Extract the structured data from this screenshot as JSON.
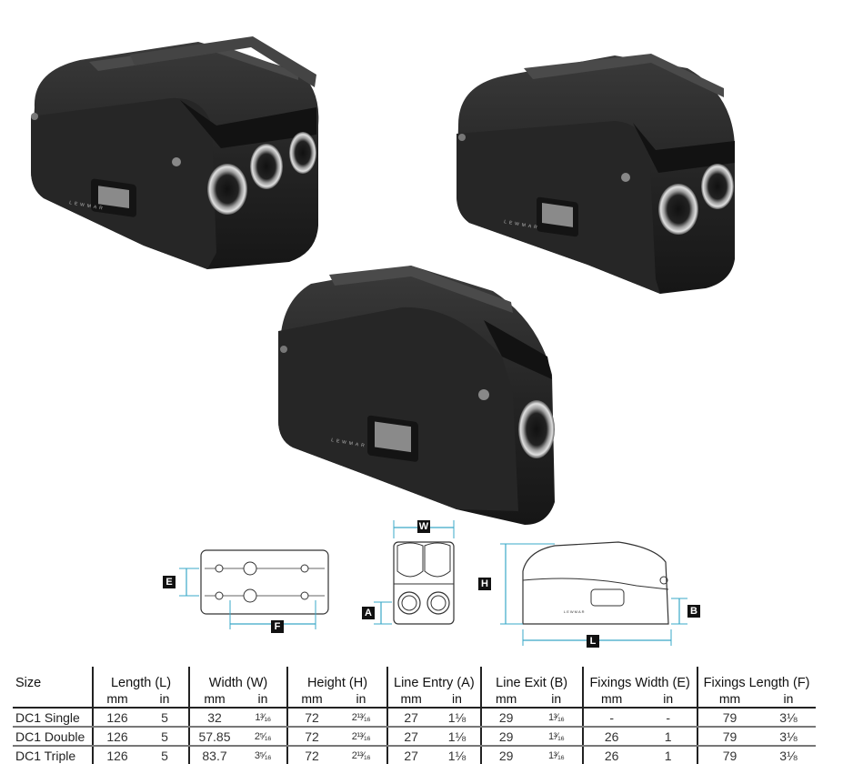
{
  "products": [
    {
      "name": "DC1 Triple",
      "brand": "LEWMAR",
      "sheaves": 3
    },
    {
      "name": "DC1 Double",
      "brand": "LEWMAR",
      "sheaves": 2
    },
    {
      "name": "DC1 Single",
      "brand": "LEWMAR",
      "sheaves": 1
    }
  ],
  "diagrams": {
    "top_view": {
      "labels": [
        "E",
        "F"
      ]
    },
    "front_view": {
      "labels": [
        "W",
        "A"
      ]
    },
    "side_view": {
      "labels": [
        "H",
        "B",
        "L"
      ],
      "brand": "LEWMAR"
    },
    "dimension_color": "#3aa8c8",
    "label_bg": "#111111"
  },
  "table": {
    "size_header": "Size",
    "groups": [
      {
        "label": "Length (L)",
        "units": [
          "mm",
          "in"
        ]
      },
      {
        "label": "Width (W)",
        "units": [
          "mm",
          "in"
        ]
      },
      {
        "label": "Height (H)",
        "units": [
          "mm",
          "in"
        ]
      },
      {
        "label": "Line Entry (A)",
        "units": [
          "mm",
          "in"
        ]
      },
      {
        "label": "Line Exit (B)",
        "units": [
          "mm",
          "in"
        ]
      },
      {
        "label": "Fixings Width (E)",
        "units": [
          "mm",
          "in"
        ]
      },
      {
        "label": "Fixings Length (F)",
        "units": [
          "mm",
          "in"
        ]
      }
    ],
    "rows": [
      {
        "size": "DC1 Single",
        "cells": [
          "126",
          "5",
          "32",
          "1³⁄₁₆",
          "72",
          "2¹³⁄₁₆",
          "27",
          "1⅛",
          "29",
          "1³⁄₁₆",
          "-",
          "-",
          "79",
          "3⅛"
        ]
      },
      {
        "size": "DC1 Double",
        "cells": [
          "126",
          "5",
          "57.85",
          "2⁵⁄₁₆",
          "72",
          "2¹³⁄₁₆",
          "27",
          "1⅛",
          "29",
          "1³⁄₁₆",
          "26",
          "1",
          "79",
          "3⅛"
        ]
      },
      {
        "size": "DC1 Triple",
        "cells": [
          "126",
          "5",
          "83.7",
          "3⁵⁄₁₆",
          "72",
          "2¹³⁄₁₆",
          "27",
          "1⅛",
          "29",
          "1³⁄₁₆",
          "26",
          "1",
          "79",
          "3⅛"
        ]
      }
    ]
  }
}
